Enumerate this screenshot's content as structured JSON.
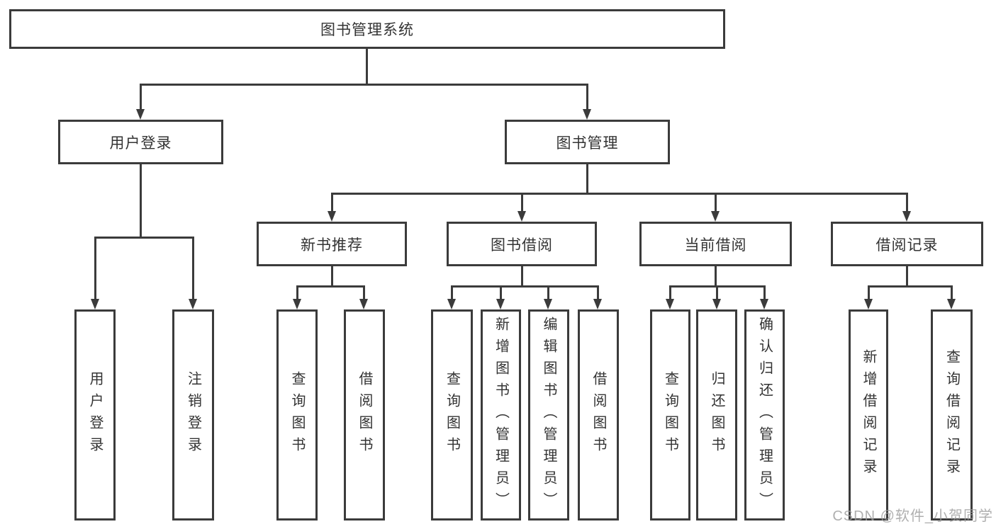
{
  "diagram": {
    "title_node": "图书管理系统",
    "level2": [
      {
        "label": "用户登录"
      },
      {
        "label": "图书管理"
      }
    ],
    "level3": [
      {
        "label": "新书推荐"
      },
      {
        "label": "图书借阅"
      },
      {
        "label": "当前借阅"
      },
      {
        "label": "借阅记录"
      }
    ],
    "leaves": [
      {
        "label": "用户登录"
      },
      {
        "label": "注销登录"
      },
      {
        "label": "查询图书"
      },
      {
        "label": "借阅图书"
      },
      {
        "label": "查询图书"
      },
      {
        "label": "新增图书（管理员）"
      },
      {
        "label": "编辑图书（管理员）"
      },
      {
        "label": "借阅图书"
      },
      {
        "label": "查询图书"
      },
      {
        "label": "归还图书"
      },
      {
        "label": "确认归还（管理员）"
      },
      {
        "label": "新增借阅记录"
      },
      {
        "label": "查询借阅记录"
      }
    ]
  },
  "watermark": {
    "text": "CSDN @软件_小贺同学"
  },
  "colors": {
    "line": "#3b3b3b",
    "box_border": "#3b3b3b",
    "text": "#333333",
    "watermark": "#9c9c9c",
    "background": "#ffffff"
  }
}
